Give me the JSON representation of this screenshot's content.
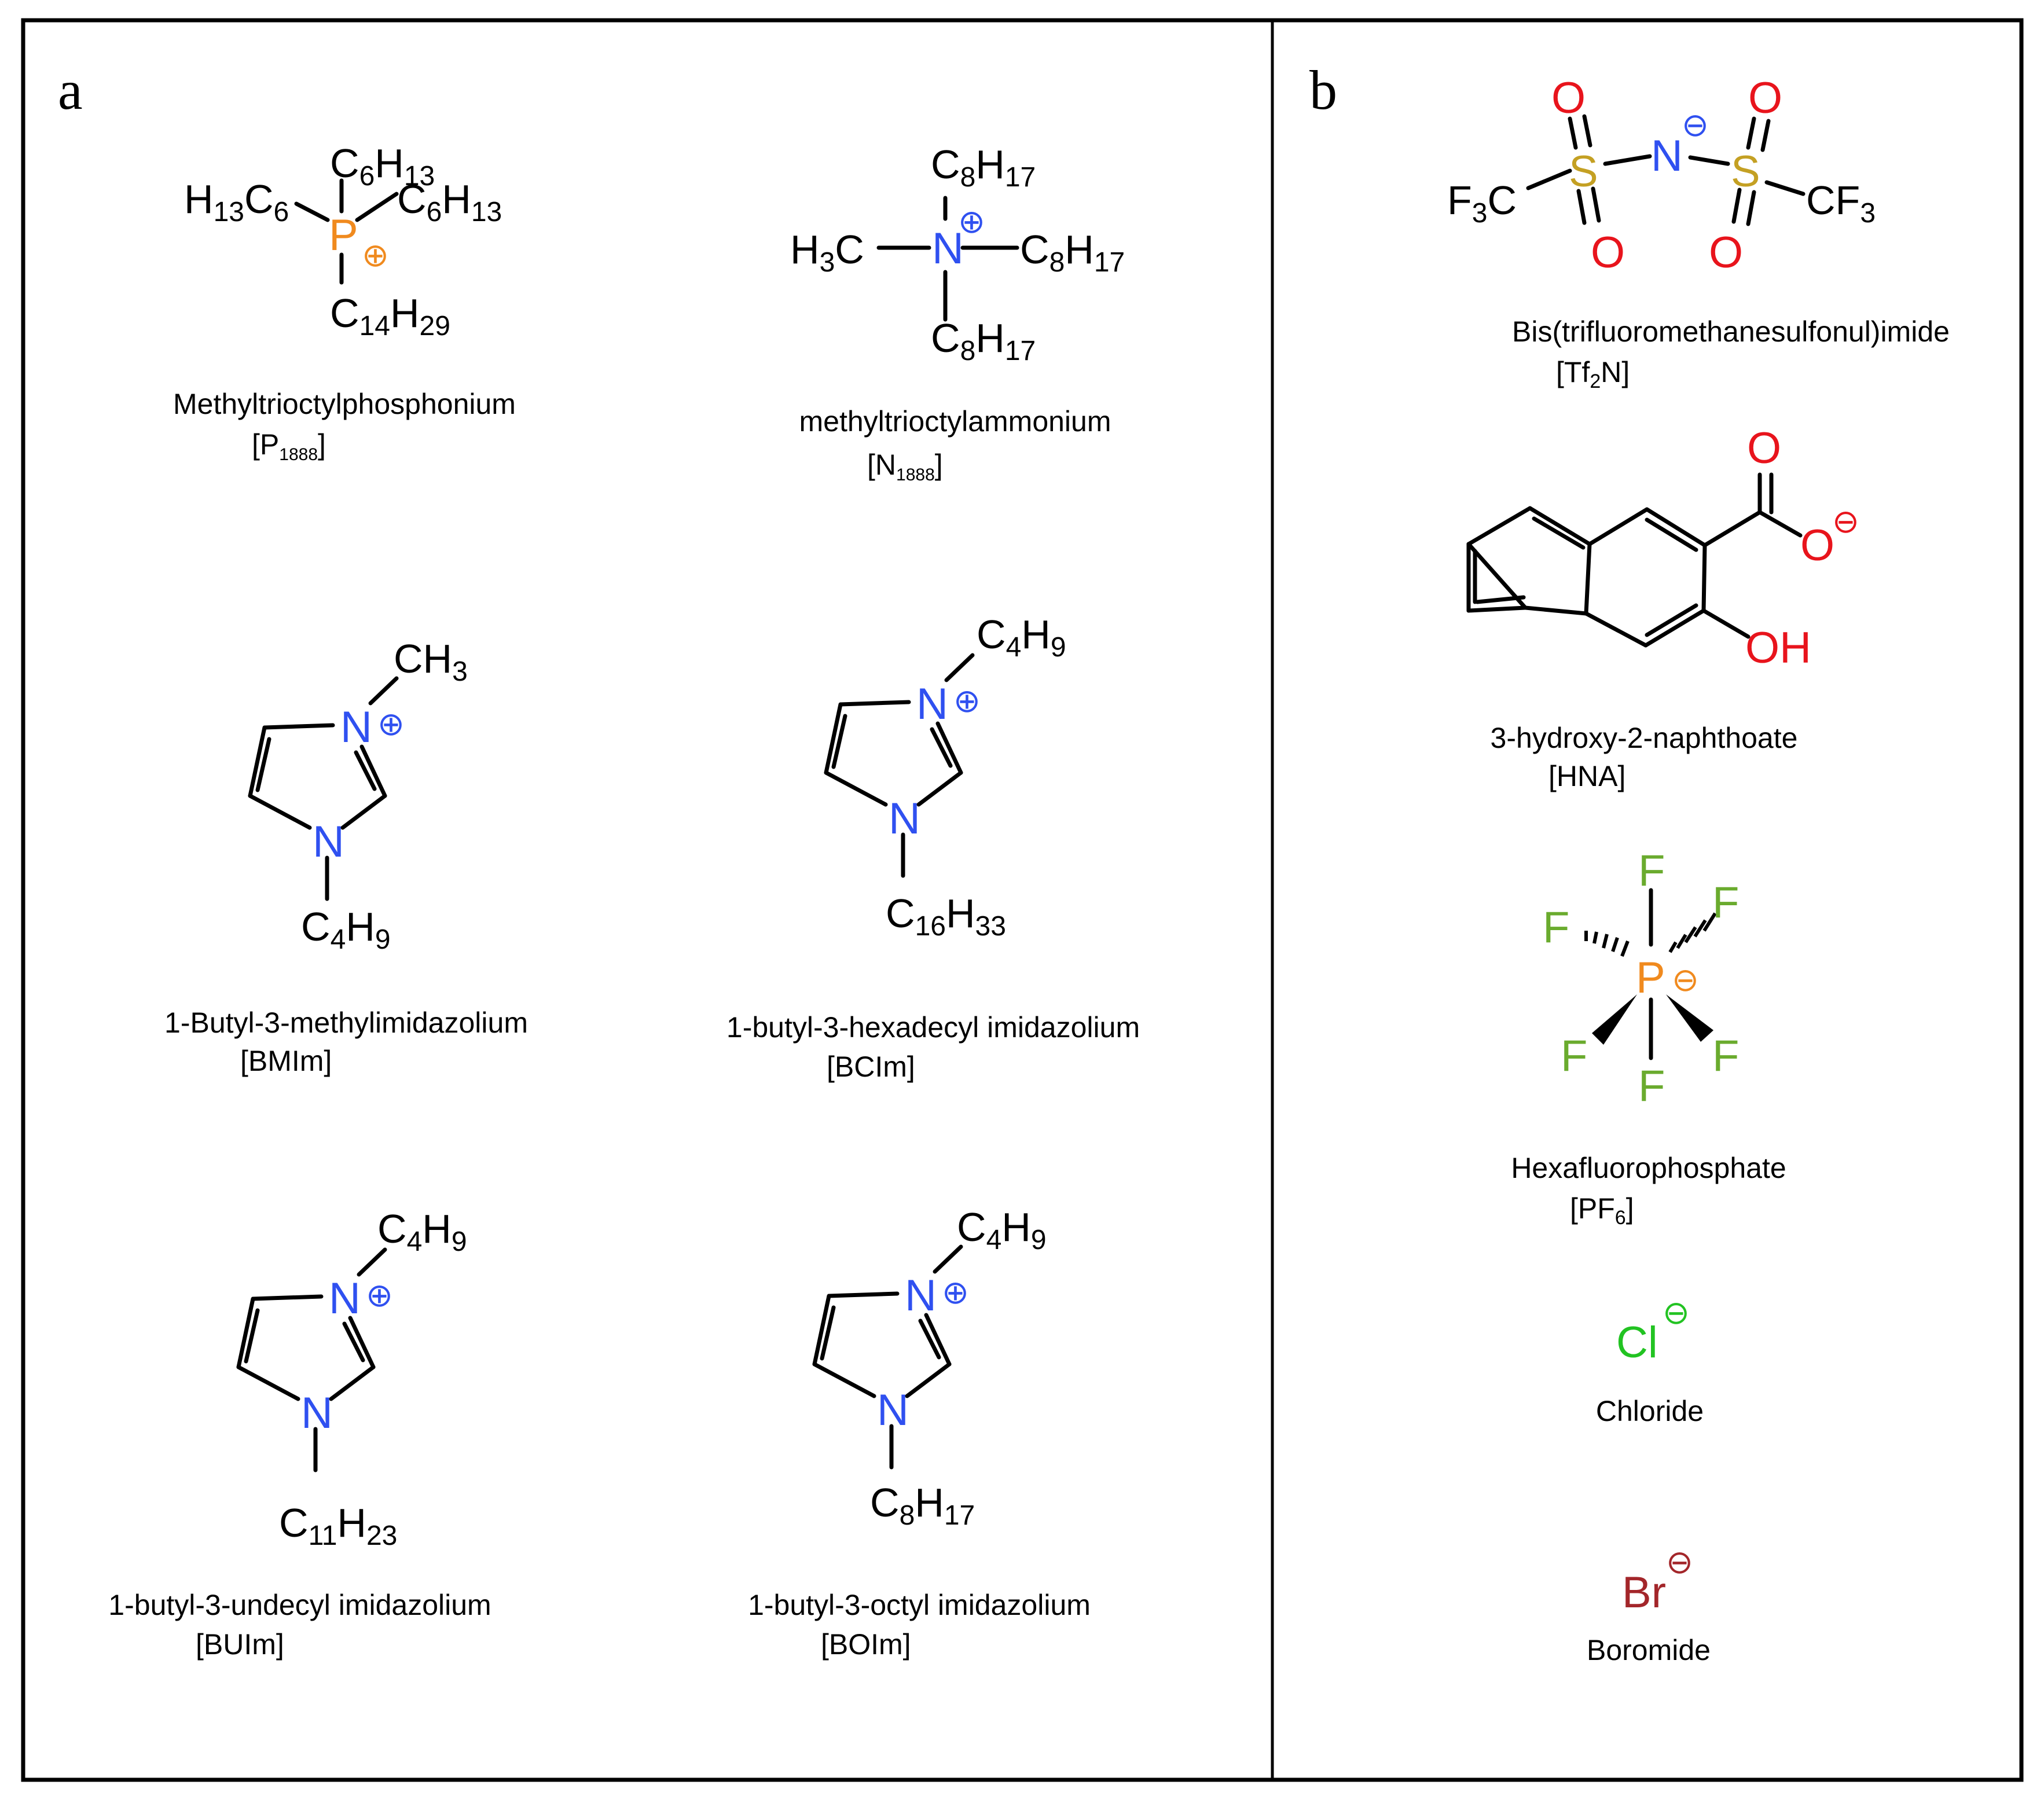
{
  "colors": {
    "carbon": "#000000",
    "nitrogen": "#2f50f0",
    "phosphorus": "#f08a1e",
    "oxygen": "#e8141c",
    "sulfur": "#c4a023",
    "fluorine": "#6aab2e",
    "chlorine": "#22c322",
    "bromine": "#a3262a"
  },
  "panels": [
    {
      "letter": "a"
    },
    {
      "letter": "b"
    }
  ],
  "cations": [
    {
      "name": "Methyltrioctylphosphonium",
      "abbr_main": "P",
      "abbr_sub": "1888",
      "center": "P",
      "charge": "⊕",
      "up": {
        "main": "C",
        "s1": "6",
        "h": "H",
        "s2": "13"
      },
      "left": {
        "main1": "H",
        "s1": "13",
        "main2": "C",
        "s2": "6"
      },
      "right": {
        "main": "C",
        "s1": "6",
        "h": "H",
        "s2": "13"
      },
      "down": {
        "main": "C",
        "s1": "14",
        "h": "H",
        "s2": "29"
      }
    },
    {
      "name": "methyltrioctylammonium",
      "abbr_main": "N",
      "abbr_sub": "1888",
      "center": "N",
      "charge": "⊕",
      "up": {
        "main": "C",
        "s1": "8",
        "h": "H",
        "s2": "17"
      },
      "left": {
        "main1": "H",
        "s1": "3",
        "main2": "C"
      },
      "right": {
        "main": "C",
        "s1": "8",
        "h": "H",
        "s2": "17"
      },
      "down": {
        "main": "C",
        "s1": "8",
        "h": "H",
        "s2": "17"
      }
    },
    {
      "name": "1-Butyl-3-methylimidazolium",
      "abbr": "[BMIm]",
      "n_plus": "N",
      "n_base": "N",
      "charge": "⊕",
      "top": {
        "main": "CH",
        "s1": "3"
      },
      "bottom": {
        "main": "C",
        "s1": "4",
        "h": "H",
        "s2": "9"
      }
    },
    {
      "name": "1-butyl-3-hexadecyl imidazolium",
      "abbr": "[BCIm]",
      "n_plus": "N",
      "n_base": "N",
      "charge": "⊕",
      "top": {
        "main": "C",
        "s1": "4",
        "h": "H",
        "s2": "9"
      },
      "bottom": {
        "main": "C",
        "s1": "16",
        "h": "H",
        "s2": "33"
      }
    },
    {
      "name": "1-butyl-3-undecyl imidazolium",
      "abbr": "[BUIm]",
      "n_plus": "N",
      "n_base": "N",
      "charge": "⊕",
      "top": {
        "main": "C",
        "s1": "4",
        "h": "H",
        "s2": "9"
      },
      "bottom": {
        "main": "C",
        "s1": "11",
        "h": "H",
        "s2": "23"
      }
    },
    {
      "name": "1-butyl-3-octyl imidazolium",
      "abbr": "[BOIm]",
      "n_plus": "N",
      "n_base": "N",
      "charge": "⊕",
      "top": {
        "main": "C",
        "s1": "4",
        "h": "H",
        "s2": "9"
      },
      "bottom": {
        "main": "C",
        "s1": "8",
        "h": "H",
        "s2": "17"
      }
    }
  ],
  "anions": {
    "tf2n": {
      "name": "Bis(trifluoromethanesulfonul)imide",
      "abbr_open": "[Tf",
      "abbr_sub": "2",
      "abbr_close": "N]",
      "s": "S",
      "n": "N",
      "o": "O",
      "charge": "⊖",
      "left": {
        "main": "F",
        "s1": "3",
        "c": "C"
      },
      "right": {
        "main": "CF",
        "s1": "3"
      }
    },
    "hna": {
      "name": "3-hydroxy-2-naphthoate",
      "abbr": "[HNA]",
      "o": "O",
      "oh": "OH",
      "charge": "⊖"
    },
    "pf6": {
      "name": "Hexafluorophosphate",
      "abbr_open": "[PF",
      "abbr_sub": "6",
      "abbr_close": "]",
      "p": "P",
      "f": "F",
      "charge": "⊖"
    },
    "cl": {
      "name": "Chloride",
      "symbol": "Cl",
      "charge": "⊖"
    },
    "br": {
      "name": "Boromide",
      "symbol": "Br",
      "charge": "⊖"
    }
  }
}
